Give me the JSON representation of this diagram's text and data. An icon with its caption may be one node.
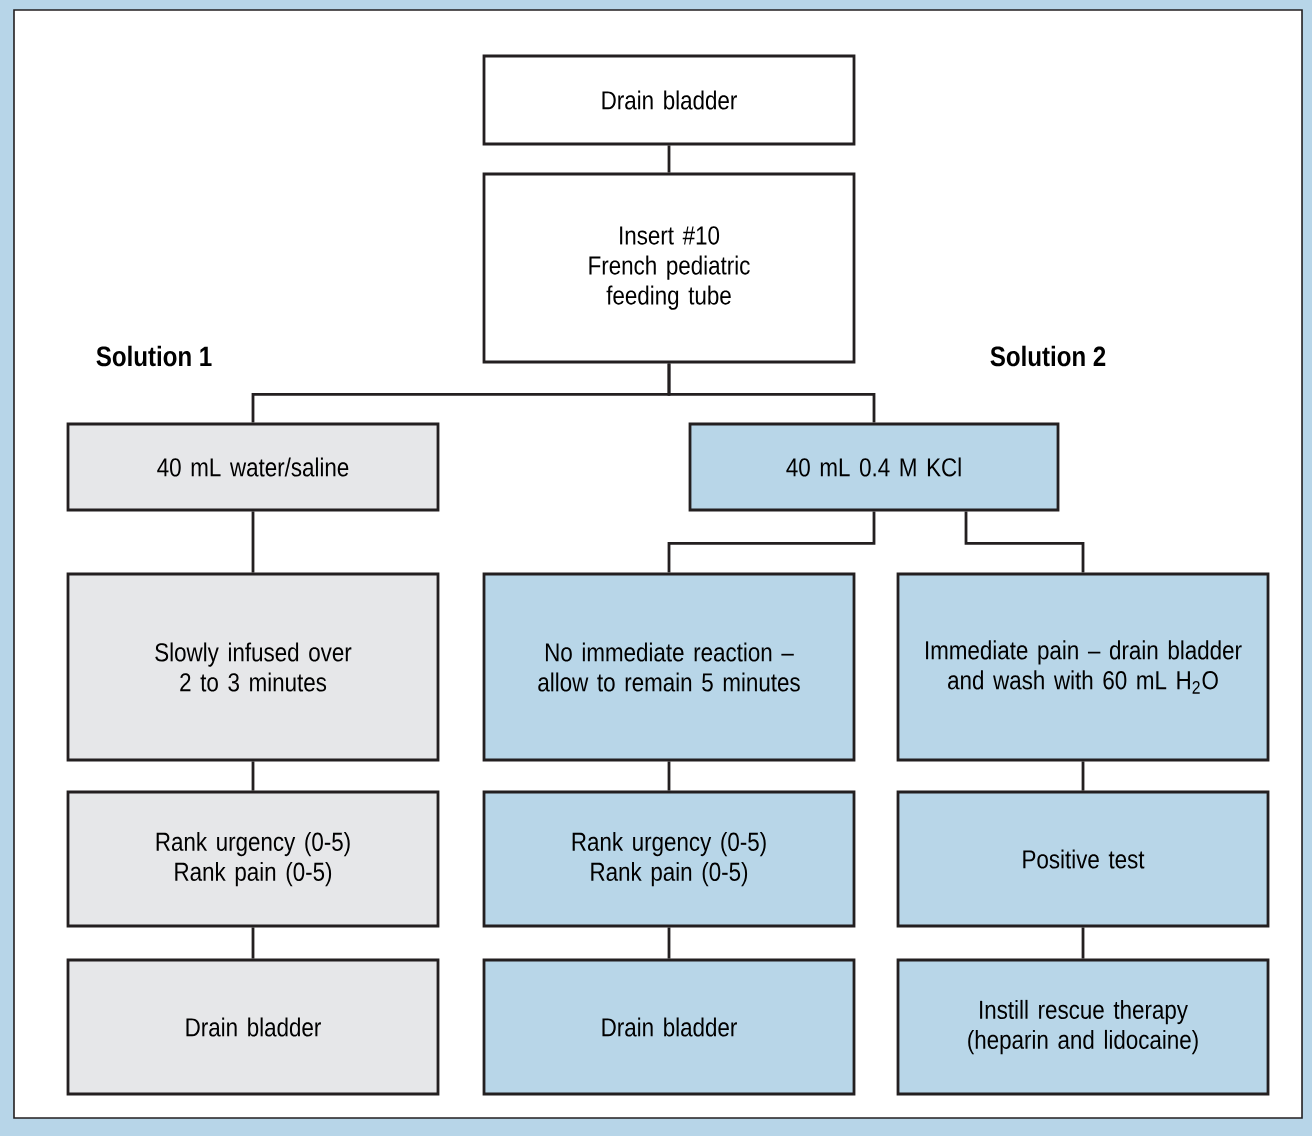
{
  "diagram": {
    "nodes": [
      {
        "text": [
          "Drain bladder"
        ]
      },
      {
        "text": [
          "Insert #10 French pediatric feeding tube"
        ]
      },
      {
        "text": [
          "40 mL water/saline"
        ]
      },
      {
        "text": [
          "40 mL 0.4 M KCl"
        ]
      },
      {
        "text": [
          "Slowly infused over 2 to 3 minutes"
        ]
      },
      {
        "text": [
          "No immediate reaction – allow to remain 5 minutes"
        ]
      },
      {
        "text": [
          "Immediate pain – drain bladder and wash with 60 mL H$_{2}$O"
        ]
      },
      {
        "text": [
          "Rank urgency (0-5) Rank pain (0-5)"
        ]
      },
      {
        "text": [
          "Rank urgency (0-5) Rank pain (0-5)"
        ]
      },
      {
        "text": [
          "Positive test"
        ]
      },
      {
        "text": [
          "Drain bladder"
        ]
      },
      {
        "text": [
          "Drain bladder"
        ]
      },
      {
        "text": [
          "Instill rescue therapy (heparin and lidocaine)"
        ]
      }
    ],
    "edges": [
      {
        "from": 0,
        "to": 1,
        "arrow": "none"
      },
      {
        "from": 1,
        "to": 2,
        "arrow": "none"
      },
      {
        "from": 1,
        "to": 3,
        "arrow": "none"
      },
      {
        "from": 2,
        "to": 4,
        "arrow": "none"
      },
      {
        "from": 3,
        "to": 5,
        "arrow": "none"
      },
      {
        "from": 3,
        "to": 6,
        "arrow": "none"
      },
      {
        "from": 4,
        "to": 7,
        "arrow": "none"
      },
      {
        "from": 5,
        "to": 8,
        "arrow": "none"
      },
      {
        "from": 6,
        "to": 9,
        "arrow": "none"
      },
      {
        "from": 7,
        "to": 10,
        "arrow": "none"
      },
      {
        "from": 8,
        "to": 11,
        "arrow": "none"
      },
      {
        "from": 9,
        "to": 12,
        "arrow": "none"
      }
    ],
    "labels": [
      "Solution 1",
      "Solution 2"
    ]
  }
}
